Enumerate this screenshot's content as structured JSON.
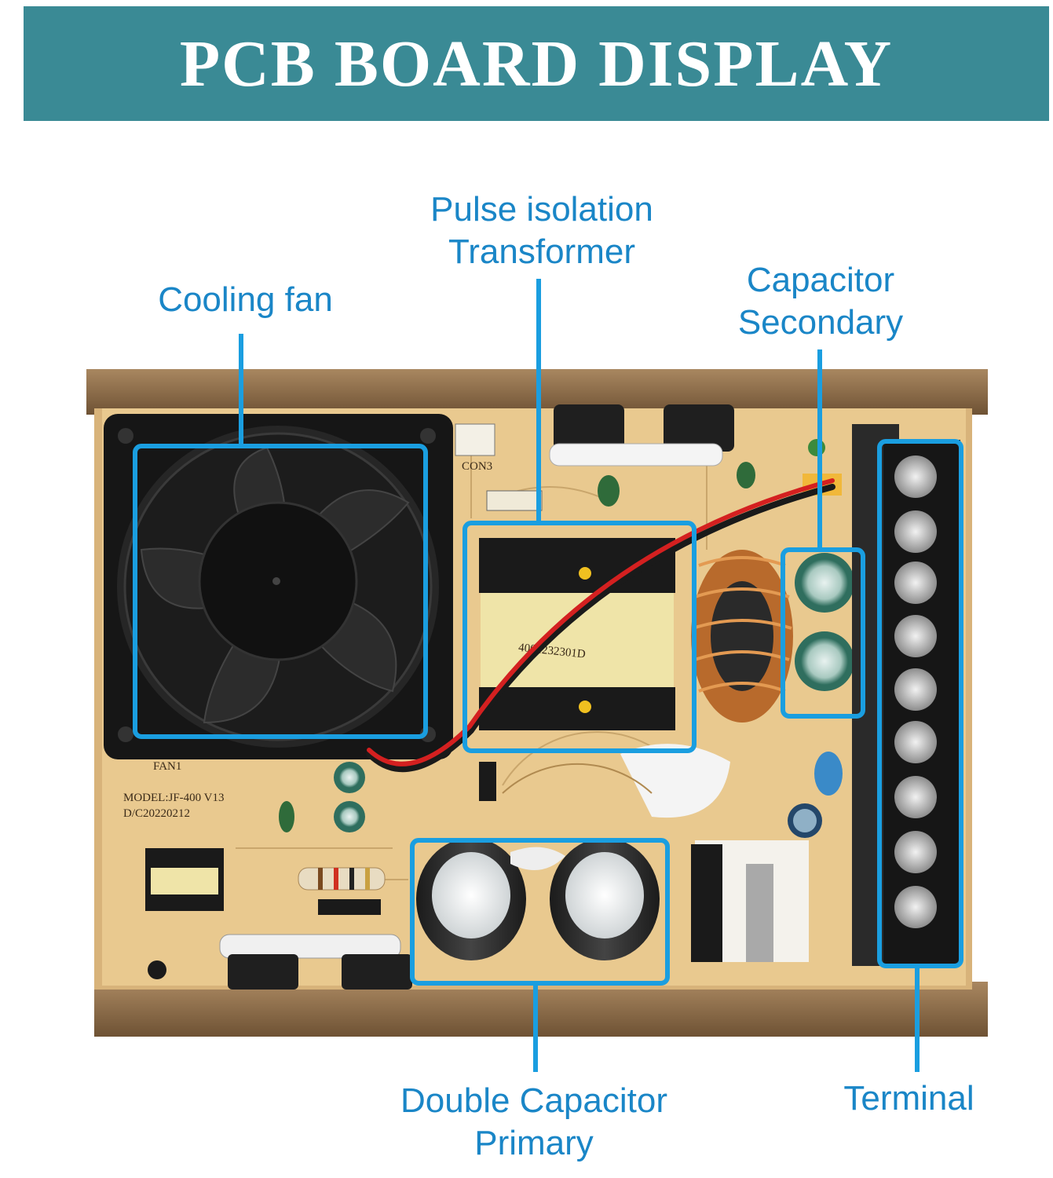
{
  "title": "PCB BOARD DISPLAY",
  "colors": {
    "banner": "#3a8a95",
    "label": "#1a86c7",
    "callout": "#1a9ee0",
    "board": "#e9c98f",
    "chassis": "#8a6a45"
  },
  "labels": {
    "cooling_fan": "Cooling fan",
    "transformer_line1": "Pulse isolation",
    "transformer_line2": "Transformer",
    "capacitor_secondary_line1": "Capacitor",
    "capacitor_secondary_line2": "Secondary",
    "double_capacitor_line1": "Double Capacitor",
    "double_capacitor_line2": "Primary",
    "terminal": "Terminal"
  },
  "pcb_markings": {
    "model": "MODEL:JF-400  V13",
    "date_code": "D/C20220212",
    "fan_ref": "FAN1",
    "transformer_code": "4001232301D",
    "connector": "CON3"
  }
}
